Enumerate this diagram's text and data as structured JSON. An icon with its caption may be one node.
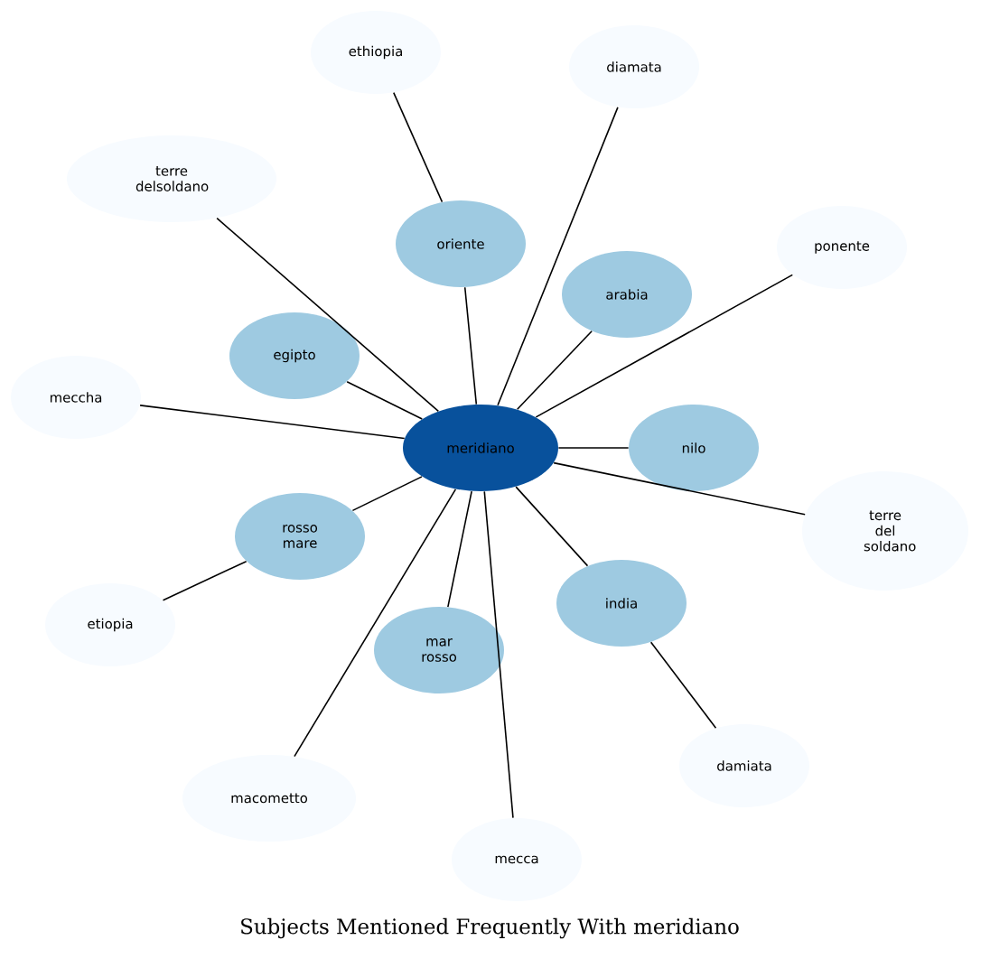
{
  "diagram": {
    "title": "Subjects Mentioned Frequently With meridiano",
    "nodes": [
      {
        "text": [
          "ethiopia"
        ]
      },
      {
        "text": [
          "diamata"
        ]
      },
      {
        "text": [
          "terre delsoldano"
        ]
      },
      {
        "text": [
          "oriente"
        ]
      },
      {
        "text": [
          "ponente"
        ]
      },
      {
        "text": [
          "arabia"
        ]
      },
      {
        "text": [
          "egipto"
        ]
      },
      {
        "text": [
          "meccha"
        ]
      },
      {
        "text": [
          "meridiano"
        ]
      },
      {
        "text": [
          "nilo"
        ]
      },
      {
        "text": [
          "terre del soldano"
        ]
      },
      {
        "text": [
          "rosso mare"
        ]
      },
      {
        "text": [
          "etiopia"
        ]
      },
      {
        "text": [
          "india"
        ]
      },
      {
        "text": [
          "mar rosso"
        ]
      },
      {
        "text": [
          "damiata"
        ]
      },
      {
        "text": [
          "macometto"
        ]
      },
      {
        "text": [
          "mecca"
        ]
      }
    ],
    "edges": [
      {
        "from": 0,
        "to": 3,
        "arrow": "none"
      },
      {
        "from": 8,
        "to": 1,
        "arrow": "none"
      },
      {
        "from": 8,
        "to": 2,
        "arrow": "none"
      },
      {
        "from": 8,
        "to": 3,
        "arrow": "none"
      },
      {
        "from": 8,
        "to": 4,
        "arrow": "none"
      },
      {
        "from": 8,
        "to": 5,
        "arrow": "none"
      },
      {
        "from": 8,
        "to": 6,
        "arrow": "none"
      },
      {
        "from": 8,
        "to": 7,
        "arrow": "none"
      },
      {
        "from": 8,
        "to": 9,
        "arrow": "none"
      },
      {
        "from": 8,
        "to": 10,
        "arrow": "none"
      },
      {
        "from": 8,
        "to": 11,
        "arrow": "none"
      },
      {
        "from": 12,
        "to": 11,
        "arrow": "none"
      },
      {
        "from": 8,
        "to": 13,
        "arrow": "none"
      },
      {
        "from": 15,
        "to": 13,
        "arrow": "none"
      },
      {
        "from": 8,
        "to": 14,
        "arrow": "none"
      },
      {
        "from": 8,
        "to": 16,
        "arrow": "none"
      },
      {
        "from": 8,
        "to": 17,
        "arrow": "none"
      }
    ]
  }
}
